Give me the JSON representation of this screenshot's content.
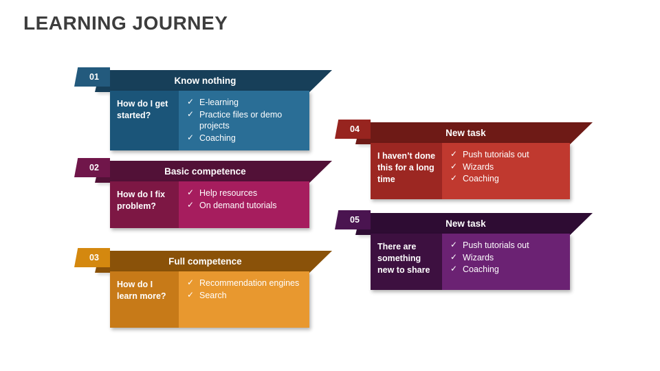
{
  "title": "LEARNING JOURNEY",
  "check_glyph": "✓",
  "blocks": [
    {
      "number": "01",
      "heading": "Know nothing",
      "question": "How do I get started?",
      "items": [
        "E-learning",
        "Practice files or demo projects",
        "Coaching"
      ],
      "colors": {
        "banner": "#173f59",
        "tab": "#235a7d",
        "question_panel": "#1b5579",
        "list_panel": "#2a6e96"
      }
    },
    {
      "number": "02",
      "heading": "Basic competence",
      "question": "How do I fix problem?",
      "items": [
        "Help resources",
        "On demand tutorials"
      ],
      "colors": {
        "banner": "#521137",
        "tab": "#70164a",
        "question_panel": "#7d1744",
        "list_panel": "#a61d5e"
      }
    },
    {
      "number": "03",
      "heading": "Full competence",
      "question": "How do I learn more?",
      "items": [
        "Recommendation engines",
        "Search"
      ],
      "colors": {
        "banner": "#8a5209",
        "tab": "#d4880f",
        "question_panel": "#c77a18",
        "list_panel": "#e8982f"
      }
    },
    {
      "number": "04",
      "heading": "New task",
      "question": "I haven’t done this for a long time",
      "items": [
        "Push tutorials out",
        "Wizards",
        "Coaching"
      ],
      "colors": {
        "banner": "#6e1a16",
        "tab": "#97241f",
        "question_panel": "#9c2722",
        "list_panel": "#c0392f"
      }
    },
    {
      "number": "05",
      "heading": "New task",
      "question": "There are something new to share",
      "items": [
        "Push tutorials out",
        "Wizards",
        "Coaching"
      ],
      "colors": {
        "banner": "#2e0c33",
        "tab": "#4a1450",
        "question_panel": "#3d1040",
        "list_panel": "#6b2273"
      }
    }
  ]
}
